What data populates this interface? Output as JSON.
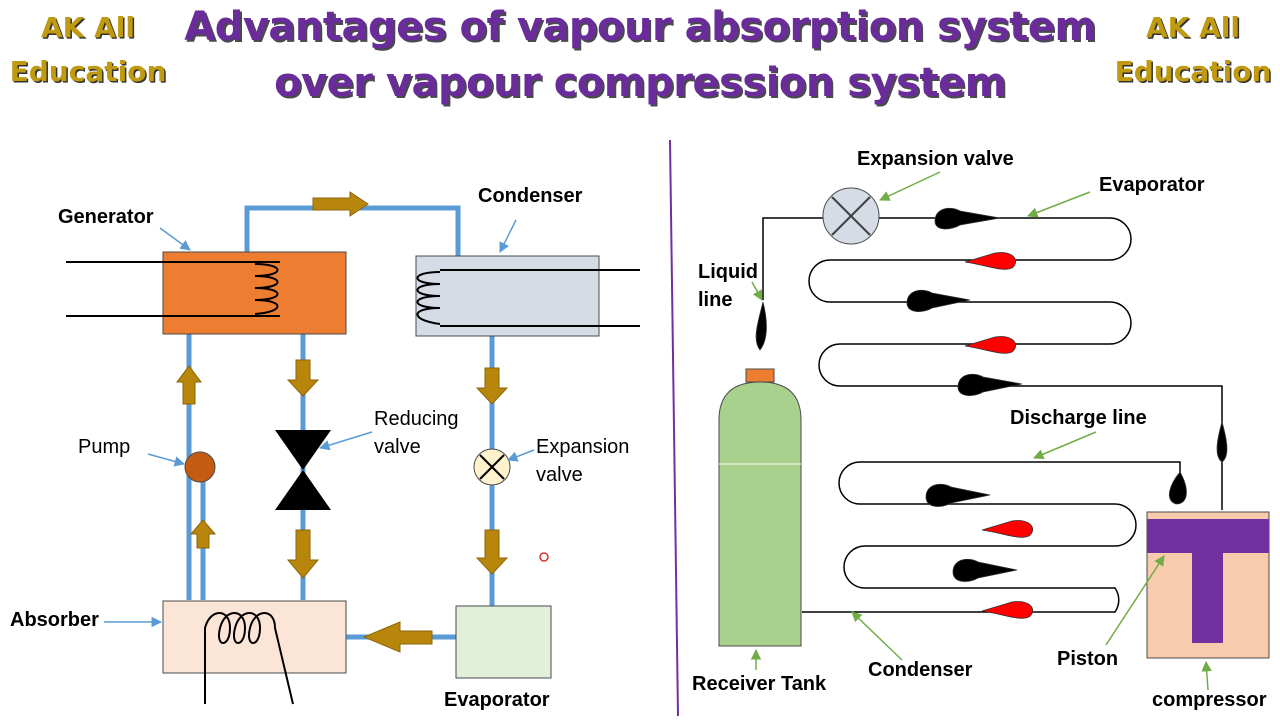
{
  "title": {
    "line1": "Advantages of vapour absorption system",
    "line2": "over vapour compression system"
  },
  "brand": {
    "left_line1": "AK All",
    "left_line2": "Education",
    "right_line1": "AK All",
    "right_line2": "Education"
  },
  "absorption_diagram": {
    "generator": "Generator",
    "condenser": "Condenser",
    "pump": "Pump",
    "reducing_valve_line1": "Reducing",
    "reducing_valve_line2": "valve",
    "expansion_valve_line1": "Expansion",
    "expansion_valve_line2": "valve",
    "absorber": "Absorber",
    "evaporator": "Evaporator"
  },
  "compression_diagram": {
    "expansion_valve": "Expansion valve",
    "evaporator": "Evaporator",
    "liquid_line_line1": "Liquid",
    "liquid_line_line2": "line",
    "discharge_line": "Discharge line",
    "receiver_tank": "Receiver Tank",
    "condenser": "Condenser",
    "piston": "Piston",
    "compressor": "compressor"
  },
  "colors": {
    "title": "#6a2c9a",
    "brand": "#c09a10",
    "pipe": "#5b9bd5",
    "arrow": "#b8860b",
    "generator": "#ed7d31",
    "condenser": "#d6dce5",
    "absorber": "#fbe5d6",
    "evaporator": "#e2f0d9",
    "receiver_tank": "#a9d18e",
    "piston": "#7030a0",
    "compressor": "#f8cbad",
    "divider": "#7030a0"
  }
}
